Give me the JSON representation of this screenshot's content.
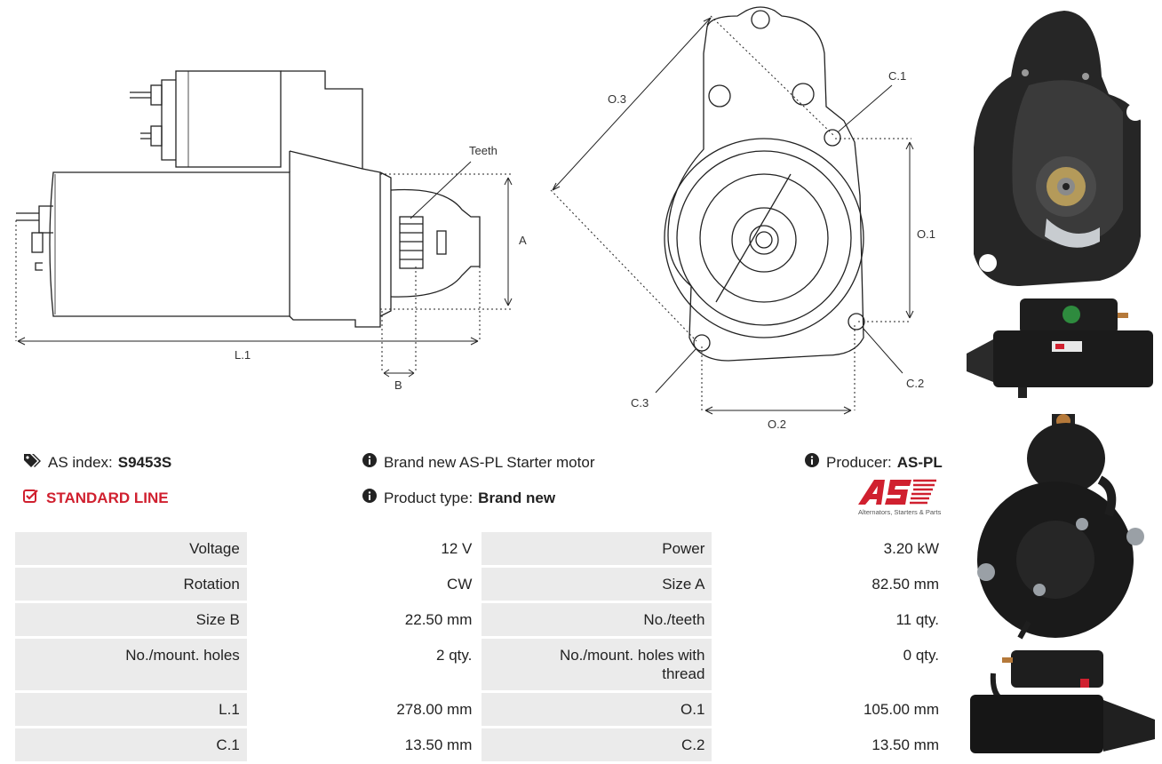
{
  "drawing": {
    "labels": {
      "teeth": "Teeth",
      "a": "A",
      "l1": "L.1",
      "b": "B",
      "o3": "O.3",
      "c1": "C.1",
      "o1": "O.1",
      "c2": "C.2",
      "c3": "C.3",
      "o2": "O.2"
    }
  },
  "info": {
    "as_index_label": "AS index:",
    "as_index_value": "S9453S",
    "line": "STANDARD LINE",
    "description": "Brand new AS-PL Starter motor",
    "product_type_label": "Product type:",
    "product_type_value": "Brand new",
    "producer_label": "Producer:",
    "producer_value": "AS-PL",
    "logo_text": "AS",
    "logo_tagline": "Alternators, Starters & Parts"
  },
  "icons": {
    "tag": "tags-icon",
    "check": "checkbox-icon",
    "info": "info-circle-icon"
  },
  "colors": {
    "accent_red": "#d0202f",
    "label_cell": "#ebebeb",
    "value_cell": "#ffffff"
  },
  "specs": {
    "rows": [
      [
        "Voltage",
        "12 V",
        "Power",
        "3.20 kW"
      ],
      [
        "Rotation",
        "CW",
        "Size A",
        "82.50 mm"
      ],
      [
        "Size B",
        "22.50 mm",
        "No./teeth",
        "11 qty."
      ],
      [
        "No./mount. holes",
        "2 qty.",
        "No./mount. holes with thread",
        "0 qty."
      ],
      [
        "L.1",
        "278.00 mm",
        "O.1",
        "105.00 mm"
      ],
      [
        "C.1",
        "13.50 mm",
        "C.2",
        "13.50 mm"
      ]
    ]
  }
}
